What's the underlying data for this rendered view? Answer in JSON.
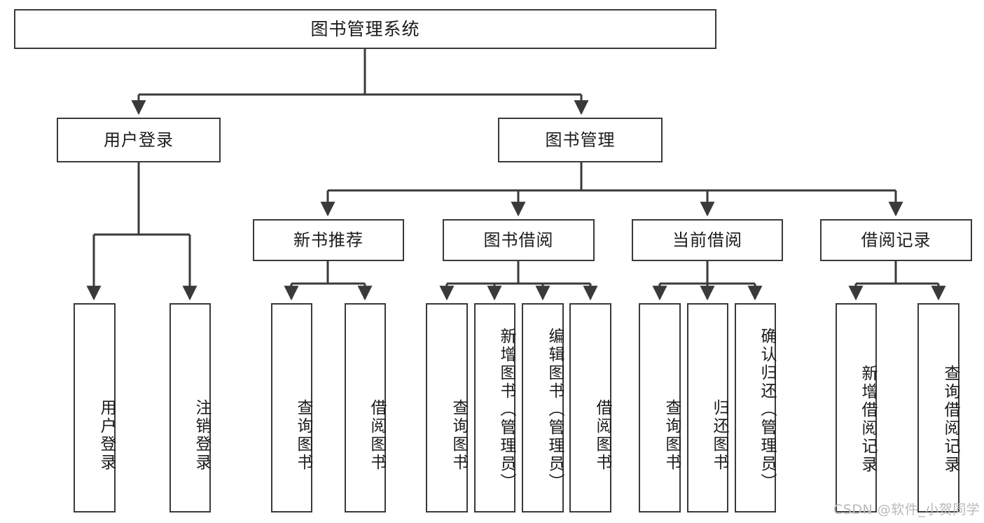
{
  "diagram": {
    "title": "图书管理系统",
    "type": "functional-structure-tree",
    "root": {
      "label": "图书管理系统"
    },
    "level2": [
      {
        "label": "用户登录"
      },
      {
        "label": "图书管理"
      }
    ],
    "level3": [
      {
        "label": "新书推荐"
      },
      {
        "label": "图书借阅"
      },
      {
        "label": "当前借阅"
      },
      {
        "label": "借阅记录"
      }
    ],
    "leaves": {
      "user_login": [
        {
          "label": "用户登录"
        },
        {
          "label": "注销登录"
        }
      ],
      "new_book": [
        {
          "label": "查询图书"
        },
        {
          "label": "借阅图书"
        }
      ],
      "borrow_book": [
        {
          "label": "查询图书"
        },
        {
          "label": "新增图书（管理员）"
        },
        {
          "label": "编辑图书（管理员）"
        },
        {
          "label": "借阅图书"
        }
      ],
      "current_borrow": [
        {
          "label": "查询图书"
        },
        {
          "label": "归还图书"
        },
        {
          "label": "确认归还（管理员）"
        }
      ],
      "borrow_record": [
        {
          "label": "新增借阅记录"
        },
        {
          "label": "查询借阅记录"
        }
      ]
    }
  },
  "watermark": {
    "text": "CSDN @软件_小贺同学"
  },
  "colors": {
    "stroke": "#3a3a3a",
    "background": "#ffffff",
    "text": "#1b1b1b",
    "watermark": "#b9b9b9"
  }
}
